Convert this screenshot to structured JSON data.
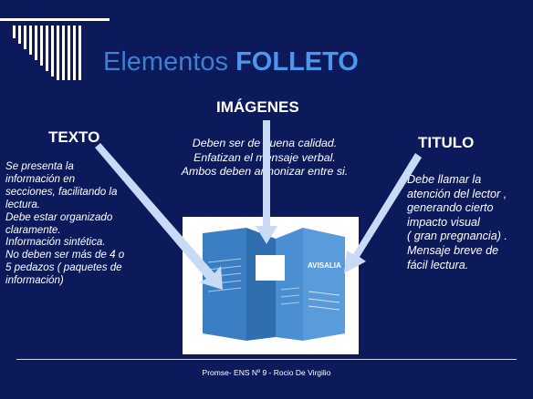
{
  "slide": {
    "title_prefix": "Elementos",
    "title_strong": "FOLLETO",
    "images": {
      "heading": "IMÁGENES",
      "lines": [
        "Deben ser de buena calidad.",
        "Enfatizan el mensaje verbal.",
        "Ambos deben armonizar entre si."
      ]
    },
    "text": {
      "heading": "TEXTO",
      "lines": [
        "Se presenta la",
        "información en",
        "secciones, facilitando la",
        "lectura.",
        "Debe estar organizado",
        "claramente.",
        "Información sintética.",
        "No deben ser más de 4 o",
        "5 pedazos ( paquetes de",
        "información)"
      ]
    },
    "titulo": {
      "heading": "TITULO",
      "lines": [
        "Debe llamar la",
        "atención del lector ,",
        "generando cierto",
        "impacto visual",
        "( gran pregnancia) .",
        "Mensaje breve de",
        "fácil lectura."
      ]
    },
    "brochure_text": "AVISALIA",
    "footer": "Promse- ENS Nº 9 - Rocio De Virgilio"
  },
  "colors": {
    "background": "#0c1a5c",
    "title_blue": "#3d7fd0",
    "arrow": "#c8daf5"
  },
  "icons": {
    "stripes": "decorative-vertical-stripes",
    "arrows": "pointer-arrow"
  }
}
